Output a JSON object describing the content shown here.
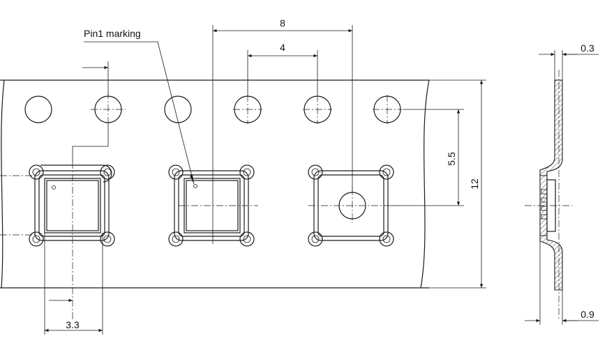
{
  "labels": {
    "pin1_marking": "Pin1 marking",
    "pitch_pocket": "8",
    "pitch_sprocket": "4",
    "sprocket_offset": "5.5",
    "tape_width": "12",
    "pocket_width": "3.3",
    "cover_thickness": "0.3",
    "pocket_depth": "0.9"
  }
}
